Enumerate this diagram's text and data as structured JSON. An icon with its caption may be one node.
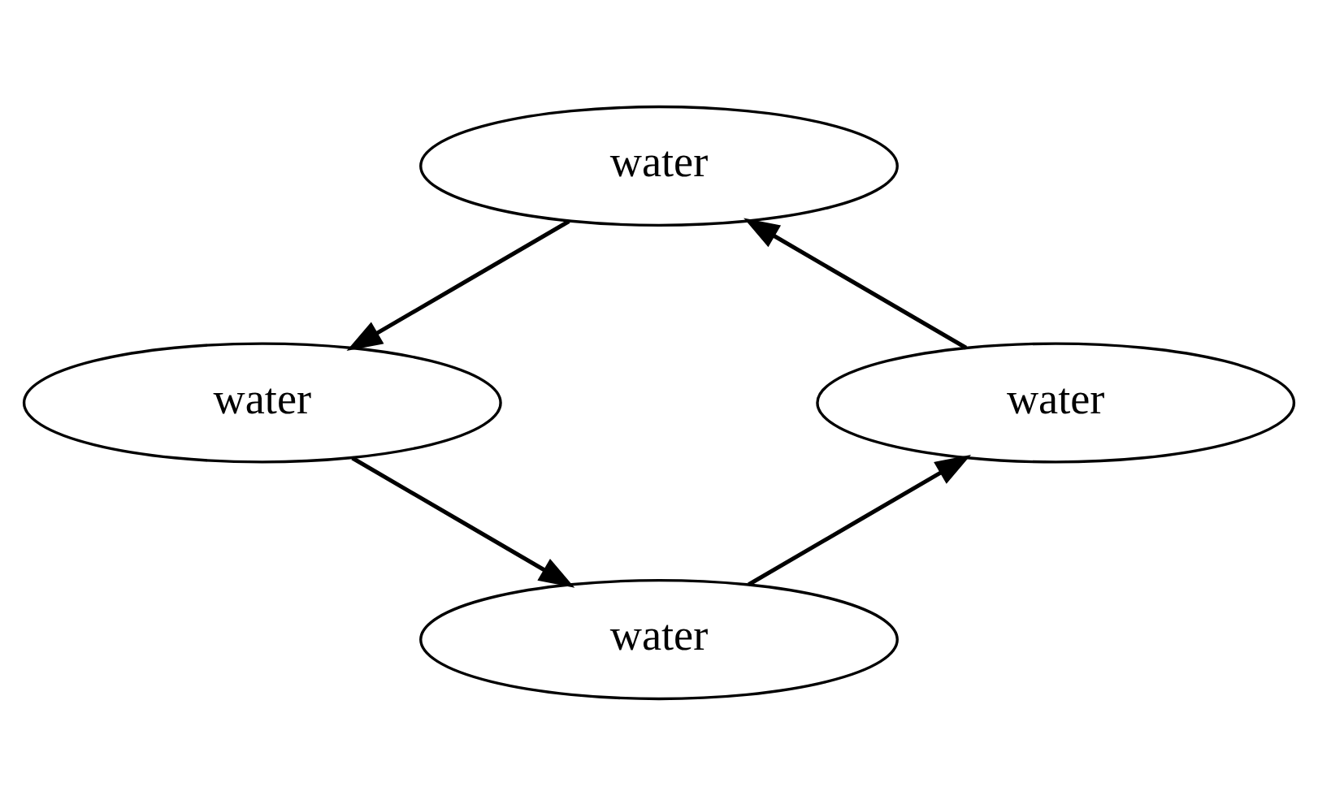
{
  "diagram": {
    "nodes": [
      {
        "text": [
          "water"
        ]
      },
      {
        "text": [
          "water"
        ]
      },
      {
        "text": [
          "water"
        ]
      },
      {
        "text": [
          "water"
        ]
      }
    ],
    "edges": [
      {
        "from": 0,
        "to": 1,
        "arrow": "to"
      },
      {
        "from": 1,
        "to": 2,
        "arrow": "to"
      },
      {
        "from": 2,
        "to": 3,
        "arrow": "to"
      },
      {
        "from": 3,
        "to": 0,
        "arrow": "to"
      }
    ]
  }
}
